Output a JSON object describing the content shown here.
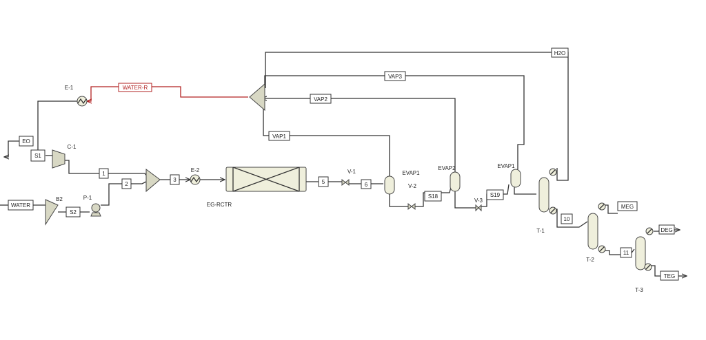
{
  "units": {
    "e1": "E-1",
    "c1": "C-1",
    "b2": "B2",
    "p1": "P-1",
    "e2": "E-2",
    "reactor": "EG-RCTR",
    "v1": "V-1",
    "v2": "V-2",
    "v3": "V-3",
    "evap1_a": "EVAP1",
    "evap2": "EVAP2",
    "evap1_b": "EVAP1",
    "t1": "T-1",
    "t2": "T-2",
    "t3": "T-3"
  },
  "streams": {
    "water_r": "WATER-R",
    "eo": "EO",
    "s1": "S1",
    "water": "WATER",
    "s2": "S2",
    "s1_num": "1",
    "s2_num": "2",
    "s3_num": "3",
    "s5": "5",
    "s6": "6",
    "s18": "S18",
    "s19": "S19",
    "s10": "10",
    "s11": "11",
    "h2o": "H2O",
    "vap1": "VAP1",
    "vap2": "VAP2",
    "vap3": "VAP3",
    "meg": "MEG",
    "deg": "DEG",
    "teg": "TEG"
  }
}
